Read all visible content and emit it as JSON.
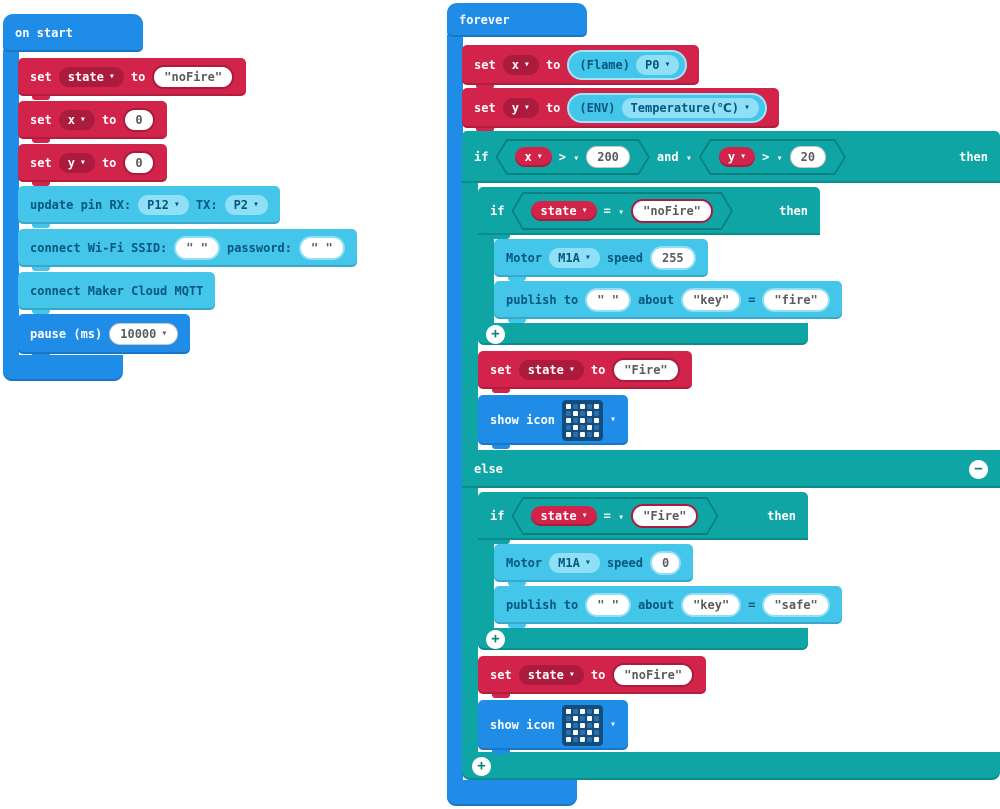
{
  "colors": {
    "blue": "#1f8ce8",
    "red": "#d2234b",
    "red_dark": "#aa1b3d",
    "teal": "#0fa5a5",
    "teal_dark": "#0a8181",
    "cyan": "#44c5ea",
    "cyan_light": "#8fdff6",
    "cyan_text": "#09567e",
    "led_bg": "#124d80"
  },
  "icons": {
    "dropdown": "▾",
    "plus": "+",
    "minus": "−"
  },
  "on_start": {
    "header": "on start",
    "set_state": {
      "set": "set",
      "var": "state",
      "to": "to",
      "value": "\"noFire\""
    },
    "set_x": {
      "set": "set",
      "var": "x",
      "to": "to",
      "value": "0"
    },
    "set_y": {
      "set": "set",
      "var": "y",
      "to": "to",
      "value": "0"
    },
    "update_pin": {
      "label_rx": "update pin RX:",
      "rx": "P12",
      "label_tx": "TX:",
      "tx": "P2"
    },
    "connect_wifi": {
      "label_ssid": "connect Wi-Fi SSID:",
      "ssid": "\" \"",
      "label_password": "password:",
      "password": "\" \""
    },
    "connect_mqtt": {
      "label": "connect Maker Cloud MQTT"
    },
    "pause": {
      "label": "pause (ms)",
      "value": "10000"
    }
  },
  "forever": {
    "header": "forever",
    "set_x_flame": {
      "set": "set",
      "var": "x",
      "to": "to",
      "sensor": "(Flame)",
      "pin": "P0"
    },
    "set_y_env": {
      "set": "set",
      "var": "y",
      "to": "to",
      "sensor": "(ENV)",
      "reading": "Temperature(℃)"
    },
    "if_outer": {
      "if": "if",
      "then": "then",
      "else": "else",
      "and": "and",
      "cond1": {
        "var": "x",
        "op": ">",
        "value": "200"
      },
      "cond2": {
        "var": "y",
        "op": ">",
        "value": "20"
      }
    },
    "branch_fire": {
      "if_state": {
        "if": "if",
        "var": "state",
        "op": "=",
        "value": "\"noFire\"",
        "then": "then"
      },
      "motor": {
        "label": "Motor",
        "port": "M1A",
        "speed_label": "speed",
        "speed": "255"
      },
      "publish": {
        "label_to": "publish to",
        "topic": "\" \"",
        "label_about": "about",
        "key": "\"key\"",
        "eq": "=",
        "value": "\"fire\""
      },
      "set_state": {
        "set": "set",
        "var": "state",
        "to": "to",
        "value": "\"Fire\""
      },
      "show_icon": {
        "label": "show icon"
      }
    },
    "branch_safe": {
      "if_state": {
        "if": "if",
        "var": "state",
        "op": "=",
        "value": "\"Fire\"",
        "then": "then"
      },
      "motor": {
        "label": "Motor",
        "port": "M1A",
        "speed_label": "speed",
        "speed": "0"
      },
      "publish": {
        "label_to": "publish to",
        "topic": "\" \"",
        "label_about": "about",
        "key": "\"key\"",
        "eq": "=",
        "value": "\"safe\""
      },
      "set_state": {
        "set": "set",
        "var": "state",
        "to": "to",
        "value": "\"noFire\""
      },
      "show_icon": {
        "label": "show icon"
      }
    },
    "icon_pattern": [
      [
        1,
        0,
        1,
        0,
        1
      ],
      [
        0,
        1,
        0,
        1,
        0
      ],
      [
        1,
        0,
        1,
        0,
        1
      ],
      [
        0,
        1,
        0,
        1,
        0
      ],
      [
        1,
        0,
        1,
        0,
        1
      ]
    ]
  }
}
